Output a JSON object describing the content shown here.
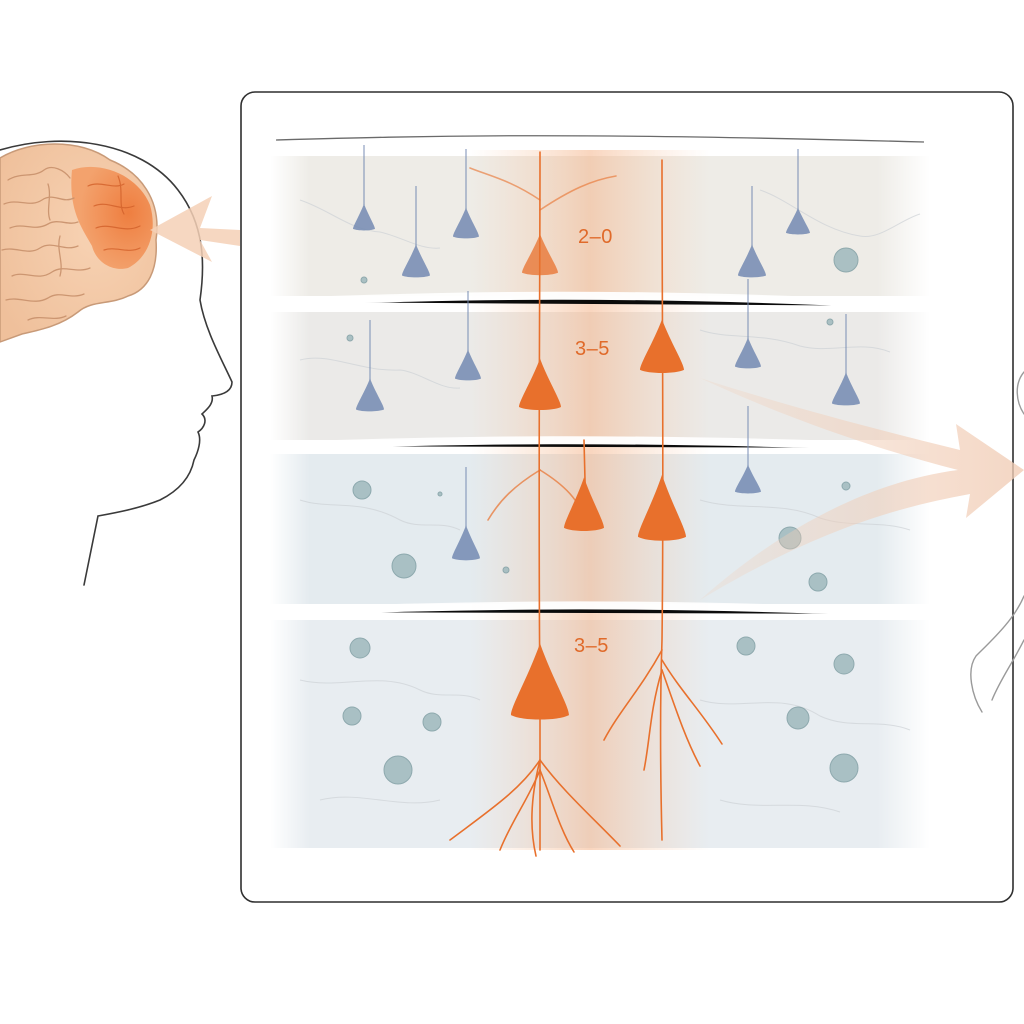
{
  "layer_labels": [
    "2–0",
    "3–5",
    "3–5"
  ],
  "colors": {
    "highlight": "#e8702c",
    "neuron_blue": "#7389b1",
    "glial": "#9fb9bd",
    "outline": "#3a3a3a",
    "brain_tan": "#f2c7a6"
  },
  "icons": {
    "brain": "brain-icon",
    "head": "head-silhouette",
    "figure": "human-figure"
  }
}
